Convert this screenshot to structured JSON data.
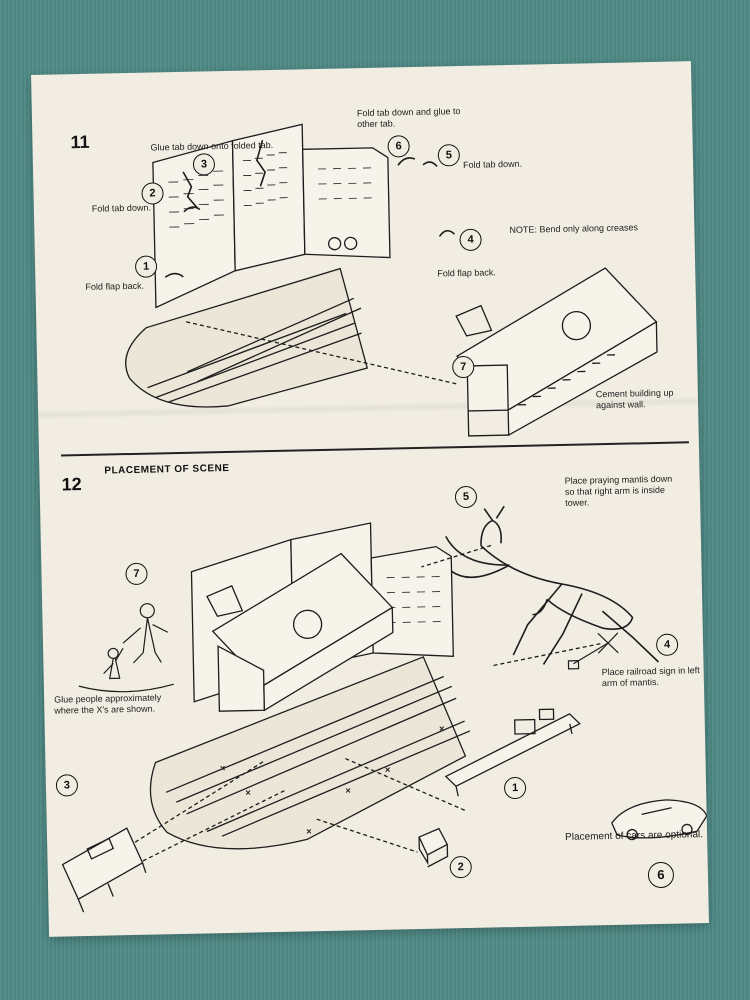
{
  "steps": {
    "step11": {
      "number": "11",
      "labels": {
        "glue_tab": "Glue tab down onto folded tab.",
        "fold_tab_down_left": "Fold tab down.",
        "fold_flap_back_left": "Fold flap back.",
        "fold_tab_down_glue": "Fold tab down and glue to other tab.",
        "fold_tab_down_right": "Fold tab down.",
        "note": "NOTE: Bend only along creases",
        "fold_flap_back_right": "Fold flap back.",
        "cement": "Cement building up against wall."
      },
      "callouts": [
        "1",
        "2",
        "3",
        "4",
        "5",
        "6",
        "7"
      ]
    },
    "step12": {
      "number": "12",
      "heading": "PLACEMENT OF SCENE",
      "labels": {
        "mantis": "Place praying mantis down so that right arm is inside tower.",
        "sign": "Place railroad sign in left arm of mantis.",
        "people": "Glue people approximately where the X's are shown.",
        "cars": "Placement of cars are optional."
      },
      "callouts": [
        "1",
        "2",
        "3",
        "4",
        "5",
        "6",
        "7"
      ]
    }
  },
  "colors": {
    "paper": "#f1ede2",
    "ink": "#1d1d1d",
    "background": "#4f8a86"
  }
}
